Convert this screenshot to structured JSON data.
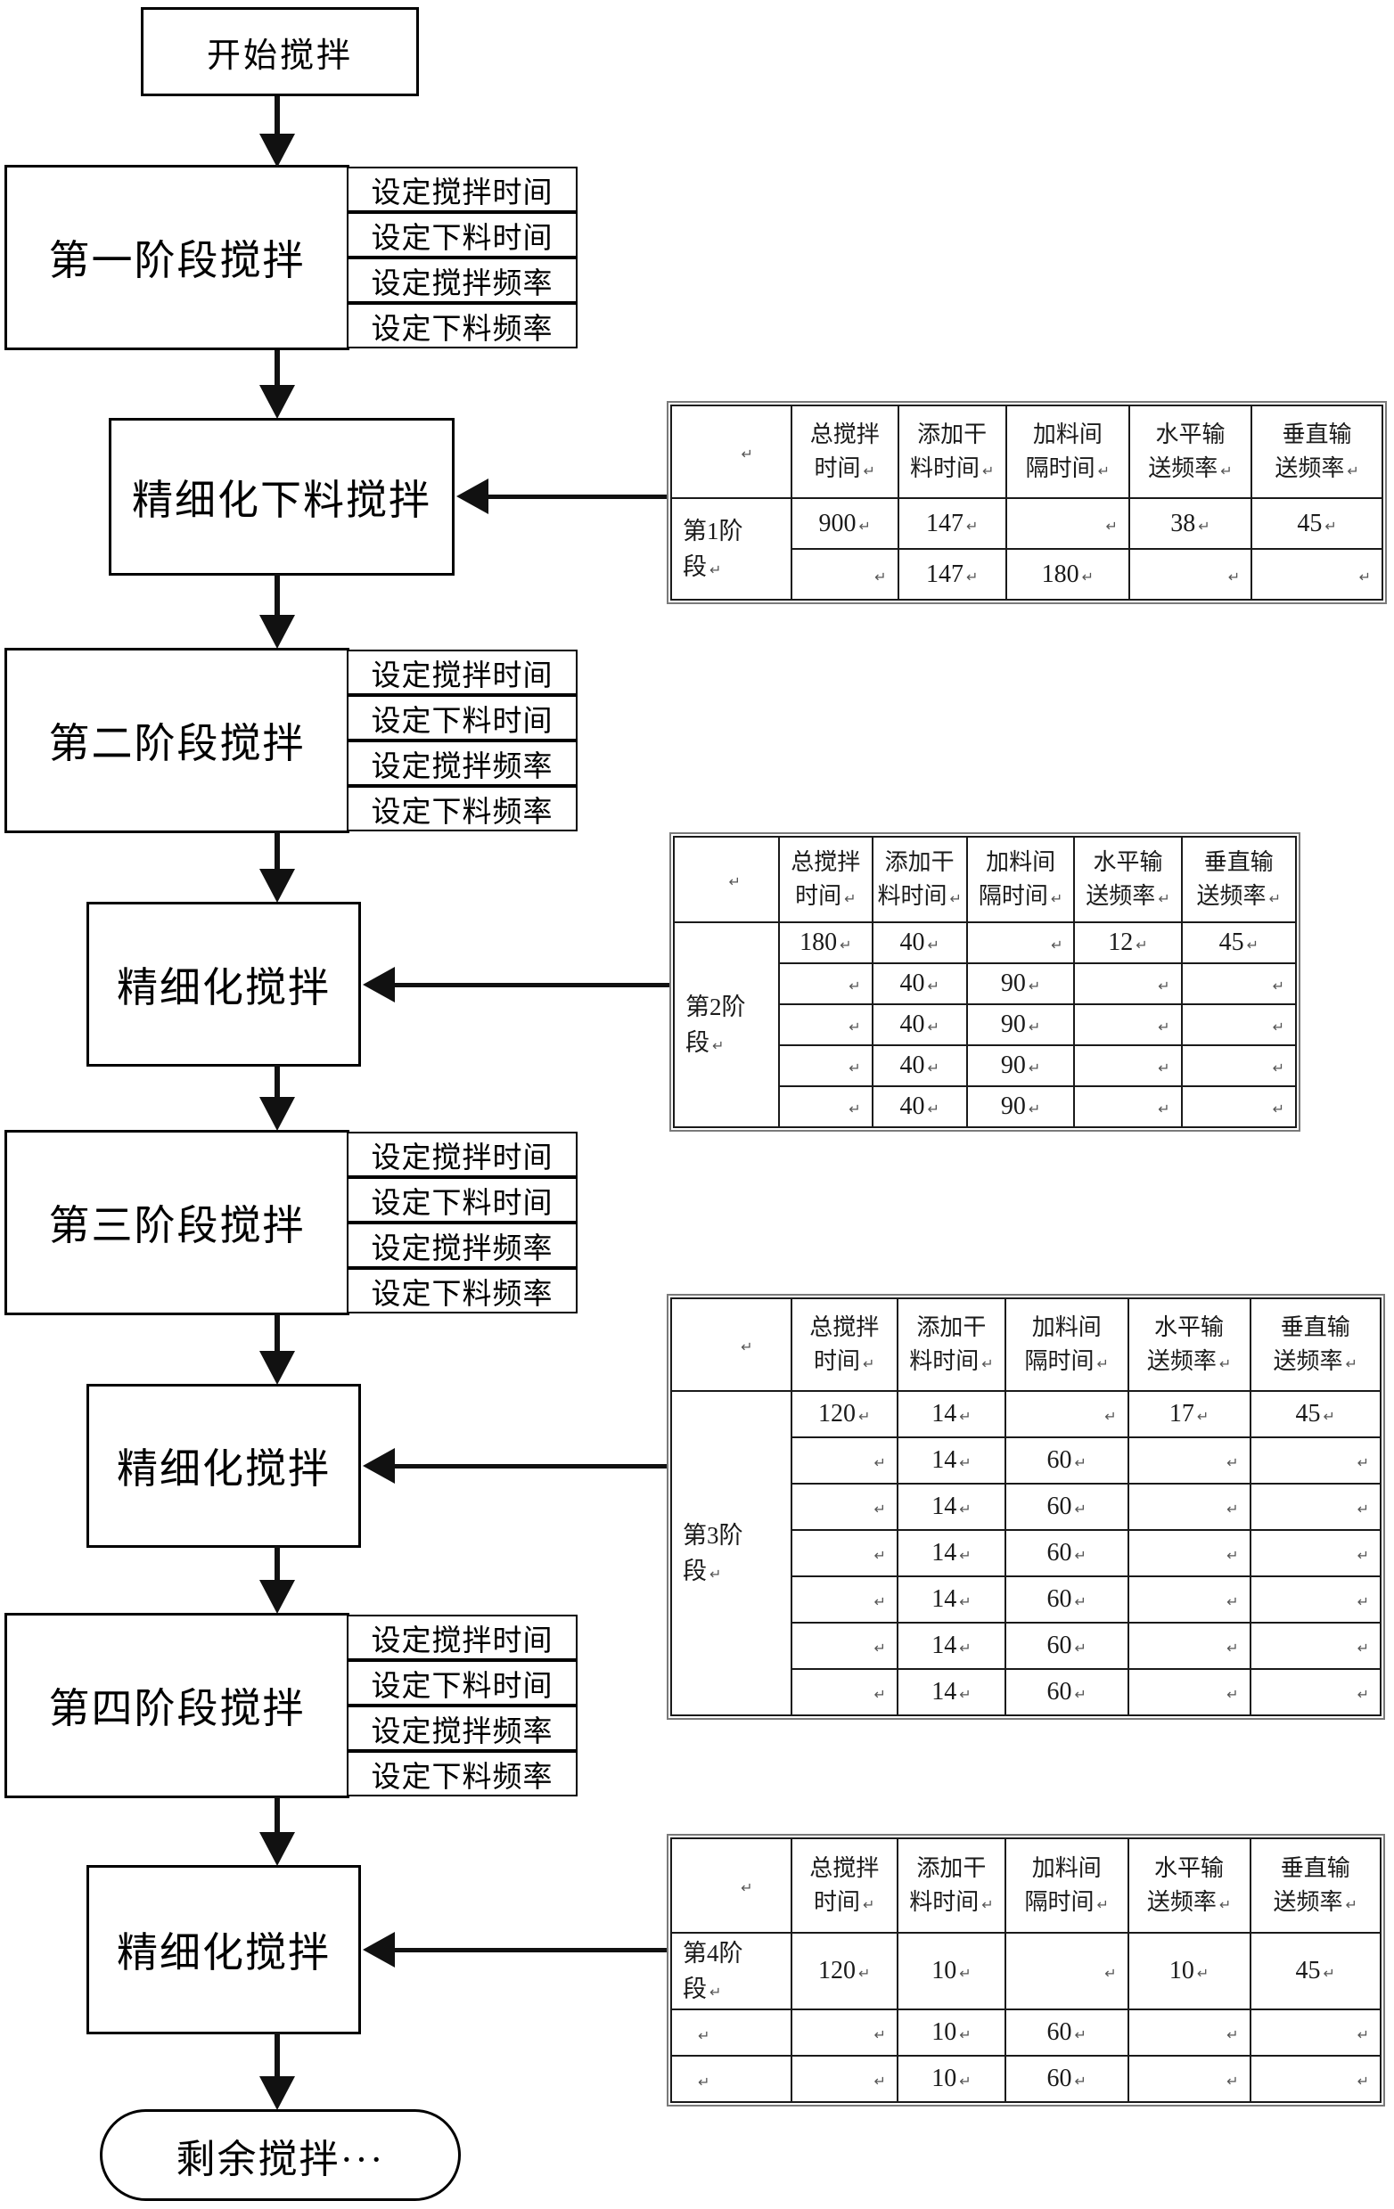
{
  "flow": {
    "start": "开始搅拌",
    "stages": [
      {
        "label": "第一阶段搅拌",
        "settings": [
          "设定搅拌时间",
          "设定下料时间",
          "设定搅拌频率",
          "设定下料频率"
        ],
        "refine": "精细化下料搅拌"
      },
      {
        "label": "第二阶段搅拌",
        "settings": [
          "设定搅拌时间",
          "设定下料时间",
          "设定搅拌频率",
          "设定下料频率"
        ],
        "refine": "精细化搅拌"
      },
      {
        "label": "第三阶段搅拌",
        "settings": [
          "设定搅拌时间",
          "设定下料时间",
          "设定搅拌频率",
          "设定下料频率"
        ],
        "refine": "精细化搅拌"
      },
      {
        "label": "第四阶段搅拌",
        "settings": [
          "设定搅拌时间",
          "设定下料时间",
          "设定搅拌频率",
          "设定下料频率"
        ],
        "refine": "精细化搅拌"
      }
    ],
    "end": "剩余搅拌···"
  },
  "marks": {
    "pilcrow": "↵"
  },
  "tables": [
    {
      "stage_label": "第1阶\n段",
      "label_rowspan": 2,
      "headers": [
        "",
        "总搅拌\n时间",
        "添加干\n料时间",
        "加料间\n隔时间",
        "水平输\n送频率",
        "垂直输\n送频率"
      ],
      "rows": [
        [
          "900",
          "147",
          "",
          "38",
          "45"
        ],
        [
          "",
          "147",
          "180",
          "",
          ""
        ]
      ]
    },
    {
      "stage_label": "第2阶\n段",
      "label_rowspan": 5,
      "headers": [
        "",
        "总搅拌\n时间",
        "添加干\n料时间",
        "加料间\n隔时间",
        "水平输\n送频率",
        "垂直输\n送频率"
      ],
      "rows": [
        [
          "180",
          "40",
          "",
          "12",
          "45"
        ],
        [
          "",
          "40",
          "90",
          "",
          ""
        ],
        [
          "",
          "40",
          "90",
          "",
          ""
        ],
        [
          "",
          "40",
          "90",
          "",
          ""
        ],
        [
          "",
          "40",
          "90",
          "",
          ""
        ]
      ]
    },
    {
      "stage_label": "第3阶\n段",
      "label_rowspan": 7,
      "headers": [
        "",
        "总搅拌\n时间",
        "添加干\n料时间",
        "加料间\n隔时间",
        "水平输\n送频率",
        "垂直输\n送频率"
      ],
      "rows": [
        [
          "120",
          "14",
          "",
          "17",
          "45"
        ],
        [
          "",
          "14",
          "60",
          "",
          ""
        ],
        [
          "",
          "14",
          "60",
          "",
          ""
        ],
        [
          "",
          "14",
          "60",
          "",
          ""
        ],
        [
          "",
          "14",
          "60",
          "",
          ""
        ],
        [
          "",
          "14",
          "60",
          "",
          ""
        ],
        [
          "",
          "14",
          "60",
          "",
          ""
        ]
      ]
    },
    {
      "stage_label": "第4阶\n段",
      "label_rowspan": 1,
      "headers": [
        "",
        "总搅拌\n时间",
        "添加干\n料时间",
        "加料间\n隔时间",
        "水平输\n送频率",
        "垂直输\n送频率"
      ],
      "rows": [
        [
          "120",
          "10",
          "",
          "10",
          "45"
        ],
        [
          "",
          "10",
          "60",
          "",
          ""
        ],
        [
          "",
          "10",
          "60",
          "",
          ""
        ]
      ]
    }
  ]
}
